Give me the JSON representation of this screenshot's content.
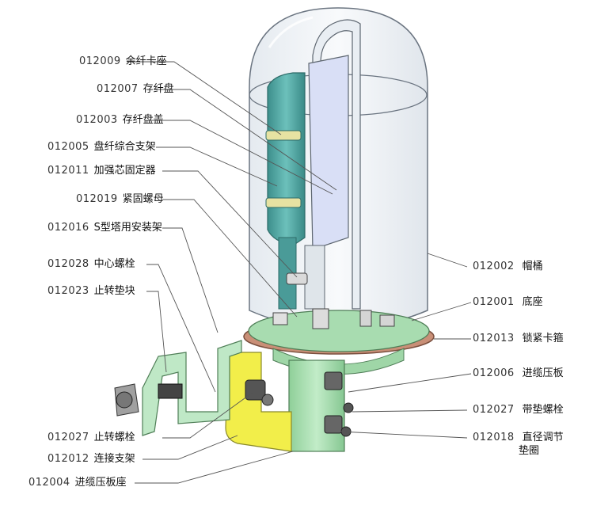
{
  "labels_left": [
    {
      "code": "012009",
      "name": "余纤卡座"
    },
    {
      "code": "012007",
      "name": "存纤盘"
    },
    {
      "code": "012003",
      "name": "存纤盘盖"
    },
    {
      "code": "012005",
      "name": "盘纤综合支架"
    },
    {
      "code": "012011",
      "name": "加强芯固定器"
    },
    {
      "code": "012019",
      "name": "紧固螺母"
    },
    {
      "code": "012016",
      "name": "S型塔用安装架"
    },
    {
      "code": "012028",
      "name": "中心螺栓"
    },
    {
      "code": "012023",
      "name": "止转垫块"
    }
  ],
  "labels_bottom_left": [
    {
      "code": "012027",
      "name": "止转螺栓"
    },
    {
      "code": "012012",
      "name": "连接支架"
    },
    {
      "code": "012004",
      "name": "进缆压板座"
    }
  ],
  "labels_right": [
    {
      "code": "012002",
      "name": "帽桶"
    },
    {
      "code": "012001",
      "name": "底座"
    },
    {
      "code": "012013",
      "name": "锁紧卡箍"
    },
    {
      "code": "012006",
      "name": "进缆压板"
    },
    {
      "code": "012027",
      "name": "带垫螺栓"
    },
    {
      "code": "012018",
      "name": "直径调节",
      "name2": "垫圈"
    }
  ],
  "colors": {
    "dome": "#e4ebf2",
    "dome_edge": "#6a7480",
    "tray": "#4fa3a0",
    "base_green": "#9fd6a7",
    "yellow": "#f2ee4a",
    "bracket_green": "#bfe8c6",
    "ring": "#c98f77",
    "leader": "#555555"
  }
}
